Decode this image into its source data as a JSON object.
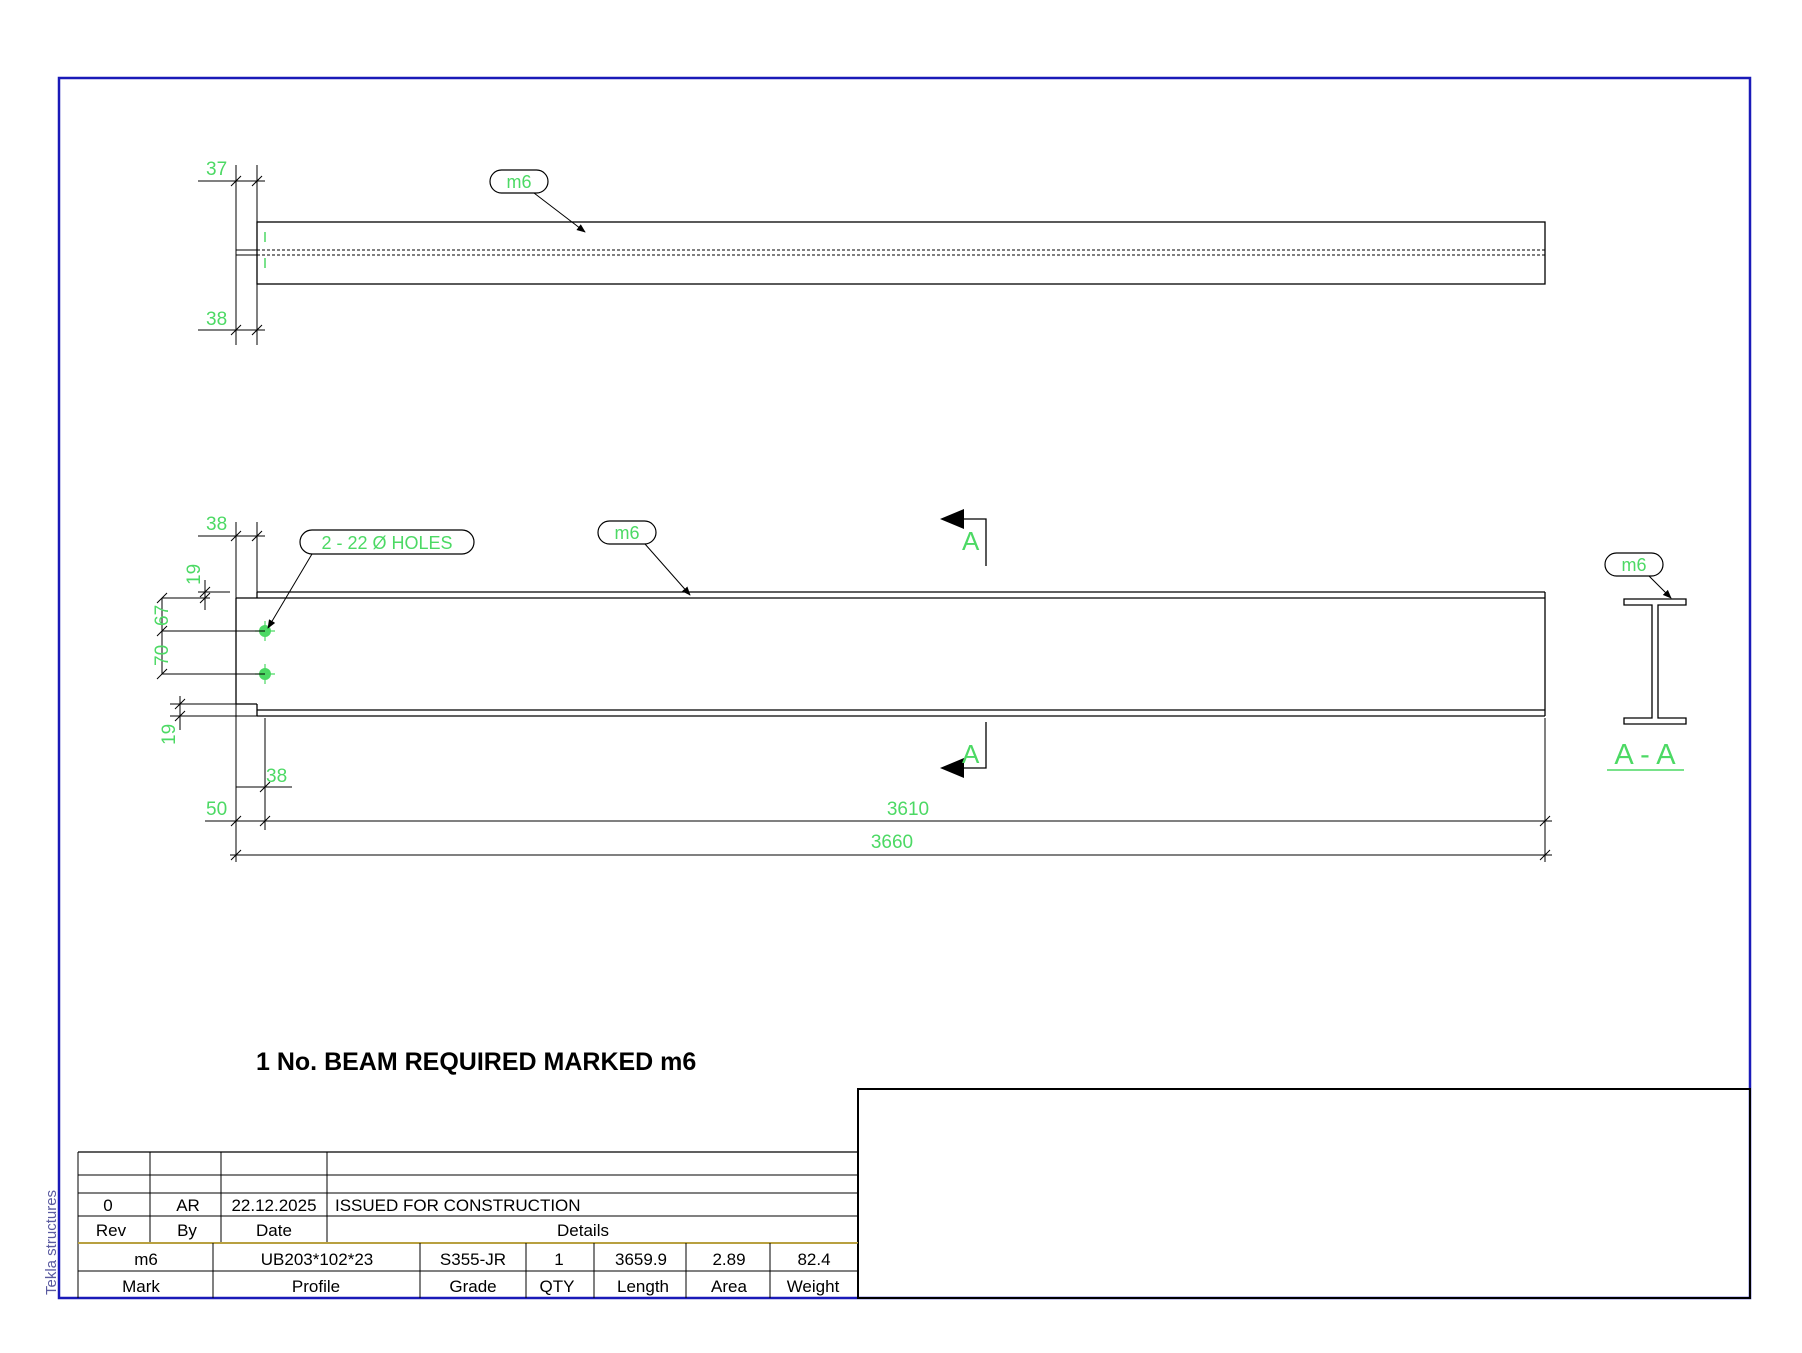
{
  "colors": {
    "frame": "#1a1ab8",
    "annotation": "#4cd964",
    "line": "#000000"
  },
  "side_label": "Tekla structures",
  "title": "1 No. BEAM REQUIRED MARKED m6",
  "top_view": {
    "part_mark": "m6",
    "dim_top": "37",
    "dim_bottom": "38"
  },
  "front_view": {
    "part_mark": "m6",
    "holes_label": "2 - 22 Ø HOLES",
    "dim_38_top": "38",
    "dim_19_top": "19",
    "dim_67": "67",
    "dim_70": "70",
    "dim_19_bottom": "19",
    "dim_38_bottom": "38",
    "dim_50": "50",
    "dim_3610": "3610",
    "dim_3660": "3660",
    "section_marker_top": "A",
    "section_marker_bottom": "A"
  },
  "section": {
    "part_mark": "m6",
    "label": "A - A"
  },
  "revisions": {
    "rows": [
      {
        "rev": "",
        "by": "",
        "date": "",
        "details": ""
      },
      {
        "rev": "",
        "by": "",
        "date": "",
        "details": ""
      },
      {
        "rev": "0",
        "by": "AR",
        "date": "22.12.2025",
        "details": "ISSUED FOR CONSTRUCTION"
      }
    ],
    "headers": {
      "rev": "Rev",
      "by": "By",
      "date": "Date",
      "details": "Details"
    }
  },
  "part_table": {
    "values": {
      "mark": "m6",
      "profile": "UB203*102*23",
      "grade": "S355-JR",
      "qty": "1",
      "length": "3659.9",
      "area": "2.89",
      "weight": "82.4"
    },
    "headers": {
      "mark": "Mark",
      "profile": "Profile",
      "grade": "Grade",
      "qty": "QTY",
      "length": "Length",
      "area": "Area",
      "weight": "Weight"
    }
  }
}
